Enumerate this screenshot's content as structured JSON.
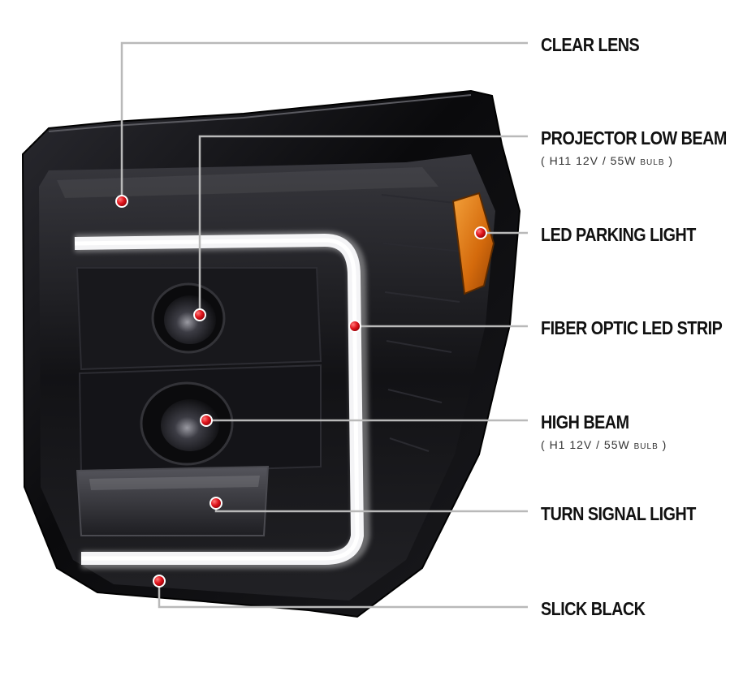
{
  "callouts": [
    {
      "id": "clear-lens",
      "label": "CLEAR LENS",
      "spec": ""
    },
    {
      "id": "projector-low-beam",
      "label": "PROJECTOR LOW BEAM",
      "spec": "H11 12V / 55W",
      "bulb": "BULB"
    },
    {
      "id": "led-parking-light",
      "label": "LED PARKING LIGHT",
      "spec": ""
    },
    {
      "id": "fiber-optic-led-strip",
      "label": "FIBER OPTIC LED STRIP",
      "spec": ""
    },
    {
      "id": "high-beam",
      "label": "HIGH BEAM",
      "spec": "H1 12V / 55W",
      "bulb": "BULB"
    },
    {
      "id": "turn-signal-light",
      "label": "TURN SIGNAL LIGHT",
      "spec": ""
    },
    {
      "id": "slick-black",
      "label": "SLICK BLACK",
      "spec": ""
    }
  ],
  "colors": {
    "marker": "#e0141c",
    "leader": "#b9b9b9",
    "housing": "#0c0c0e",
    "amber": "#e07a10",
    "led": "#f4f4f6"
  }
}
